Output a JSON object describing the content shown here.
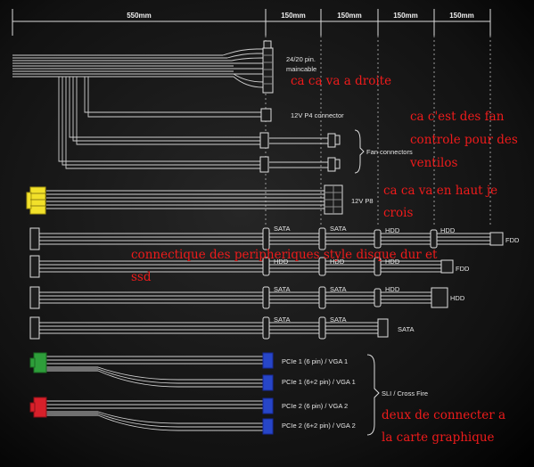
{
  "dimensions": [
    "550mm",
    "150mm",
    "150mm",
    "150mm",
    "150mm"
  ],
  "labels": {
    "main_line1": "24/20 pin.",
    "main_line2": "maincable",
    "p4": "12V P4 connector",
    "fan": "Fan connectors",
    "p8": "12V P8",
    "sata": "SATA",
    "hdd": "HDD",
    "fdd": "FDD",
    "pcie1a": "PCIe 1 (6 pin) / VGA 1",
    "pcie1b": "PCIe 1 (6+2 pin) / VGA 1",
    "pcie2a": "PCIe 2 (6 pin) / VGA 2",
    "pcie2b": "PCIe 2 (6+2 pin) / VGA 2",
    "sli": "SLI / Cross Fire"
  },
  "notes": {
    "n1": "ca ca va a droite",
    "n2a": "ca c'est des fan",
    "n2b": "controle pour des",
    "n2c": "ventilos",
    "n3a": "ca ca va en haut je",
    "n3b": "crois",
    "n4a": "connectique des peripheriques style disque dur et",
    "n4b": "ssd",
    "n5a": "deux de connecter a",
    "n5b": "la carte graphique"
  },
  "colors": {
    "wire": "#d8d8d8",
    "p8_connector": "#f2e12a",
    "pcie1_connector": "#2e9e3a",
    "pcie2_connector": "#d8202a",
    "vga_connector": "#2746c8",
    "annotation": "#ee1b1b"
  }
}
